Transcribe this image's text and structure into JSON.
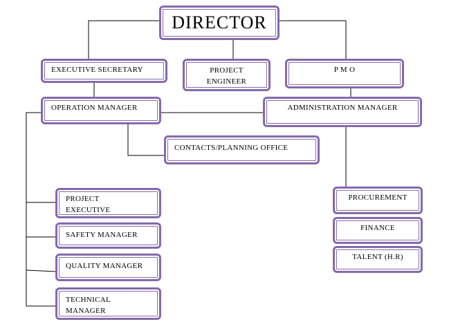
{
  "boxes": {
    "director": "DIRECTOR",
    "executive_secretary": "EXECUTIVE  SECRETARY",
    "project_engineer": "PROJECT ENGINEER",
    "pmo": "P M O",
    "operation_manager": "OPERATION  MANAGER",
    "administration_manager": "ADMINISTRATION  MANAGER",
    "contacts_planning": "CONTACTS/PLANNING  OFFICE",
    "project_executive": "PROJECT EXECUTIVE",
    "safety_manager": "SAFETY  MANAGER",
    "quality_manager": "QUALITY  MANAGER",
    "technical_manager": "TECHNICAL MANAGER",
    "procurement": "PROCUREMENT",
    "finance": "FINANCE",
    "talent": "TALENT  (H.R)"
  },
  "colors": {
    "box_border": "#8569ad",
    "line": "#000000"
  }
}
